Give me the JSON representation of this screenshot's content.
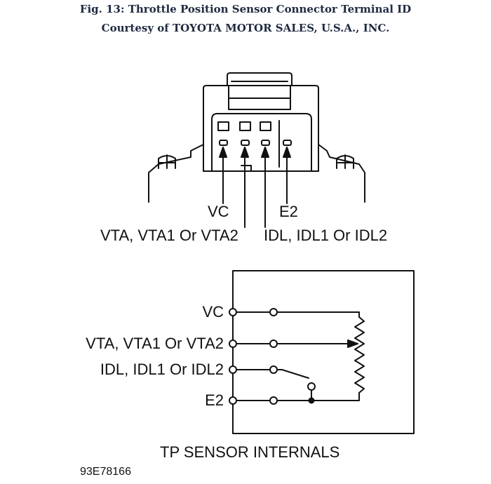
{
  "figure": {
    "title": "Fig. 13: Throttle Position Sensor Connector Terminal ID",
    "courtesy": "Courtesy of TOYOTA MOTOR SALES, U.S.A., INC."
  },
  "connector": {
    "labels": {
      "vc": "VC",
      "e2": "E2",
      "vta": "VTA, VTA1 Or VTA2",
      "idl": "IDL, IDL1 Or IDL2"
    }
  },
  "internals": {
    "terminals": [
      "VC",
      "VTA, VTA1 Or VTA2",
      "IDL, IDL1 Or IDL2",
      "E2"
    ],
    "caption": "TP SENSOR INTERNALS"
  },
  "code": "93E78166"
}
